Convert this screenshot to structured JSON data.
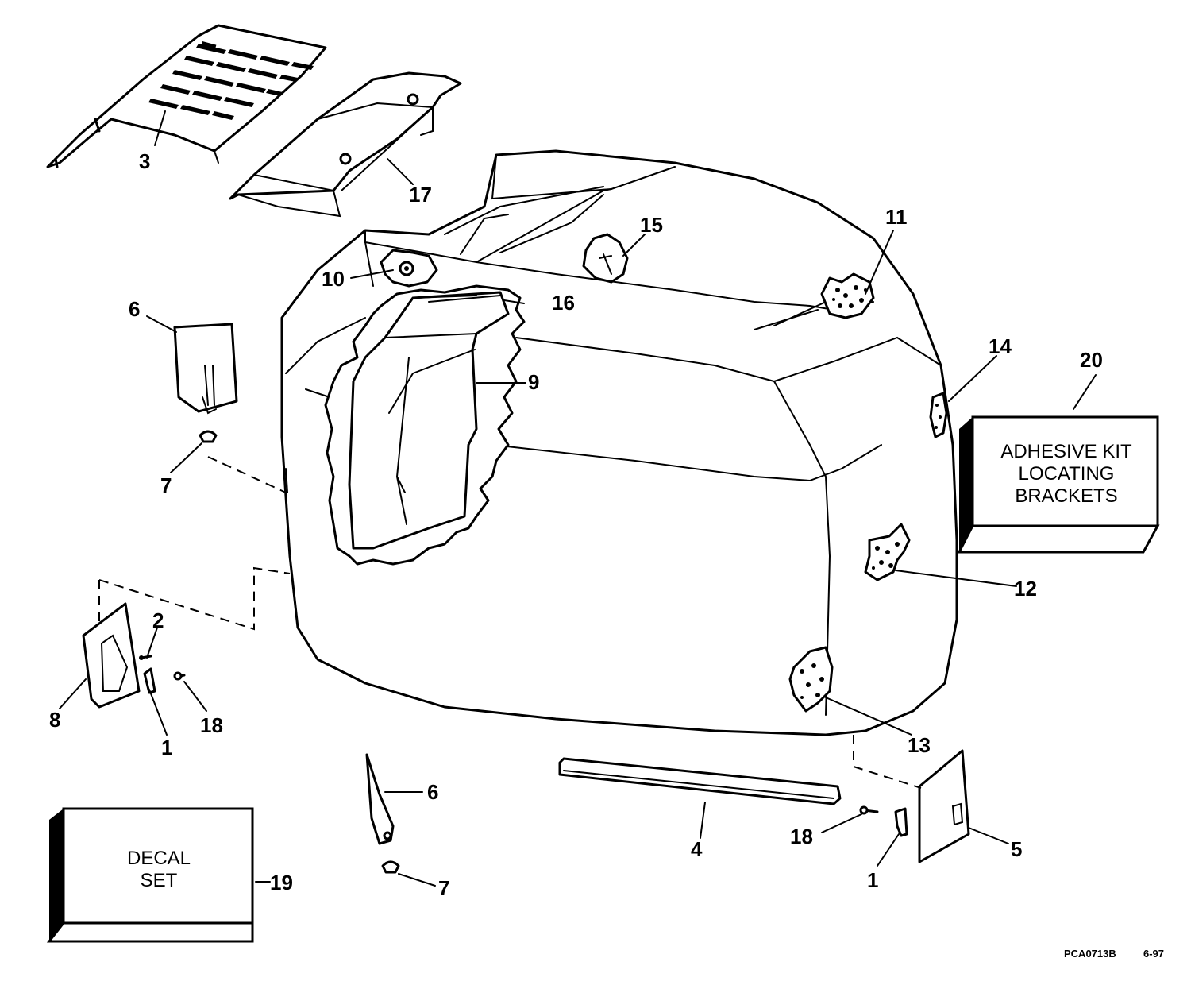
{
  "callouts": {
    "c1a": "1",
    "c1b": "1",
    "c2": "2",
    "c3": "3",
    "c4": "4",
    "c5": "5",
    "c6a": "6",
    "c6b": "6",
    "c7a": "7",
    "c7b": "7",
    "c8": "8",
    "c9": "9",
    "c10": "10",
    "c11": "11",
    "c12": "12",
    "c13": "13",
    "c14": "14",
    "c15": "15",
    "c16": "16",
    "c17": "17",
    "c18a": "18",
    "c18b": "18",
    "c19": "19",
    "c20": "20"
  },
  "boxes": {
    "adhesive_kit": [
      "ADHESIVE KIT",
      "LOCATING",
      "BRACKETS"
    ],
    "decal_set": [
      "DECAL",
      "SET"
    ]
  },
  "footer": {
    "drawing_code": "PCA0713B",
    "date": "6-97"
  }
}
